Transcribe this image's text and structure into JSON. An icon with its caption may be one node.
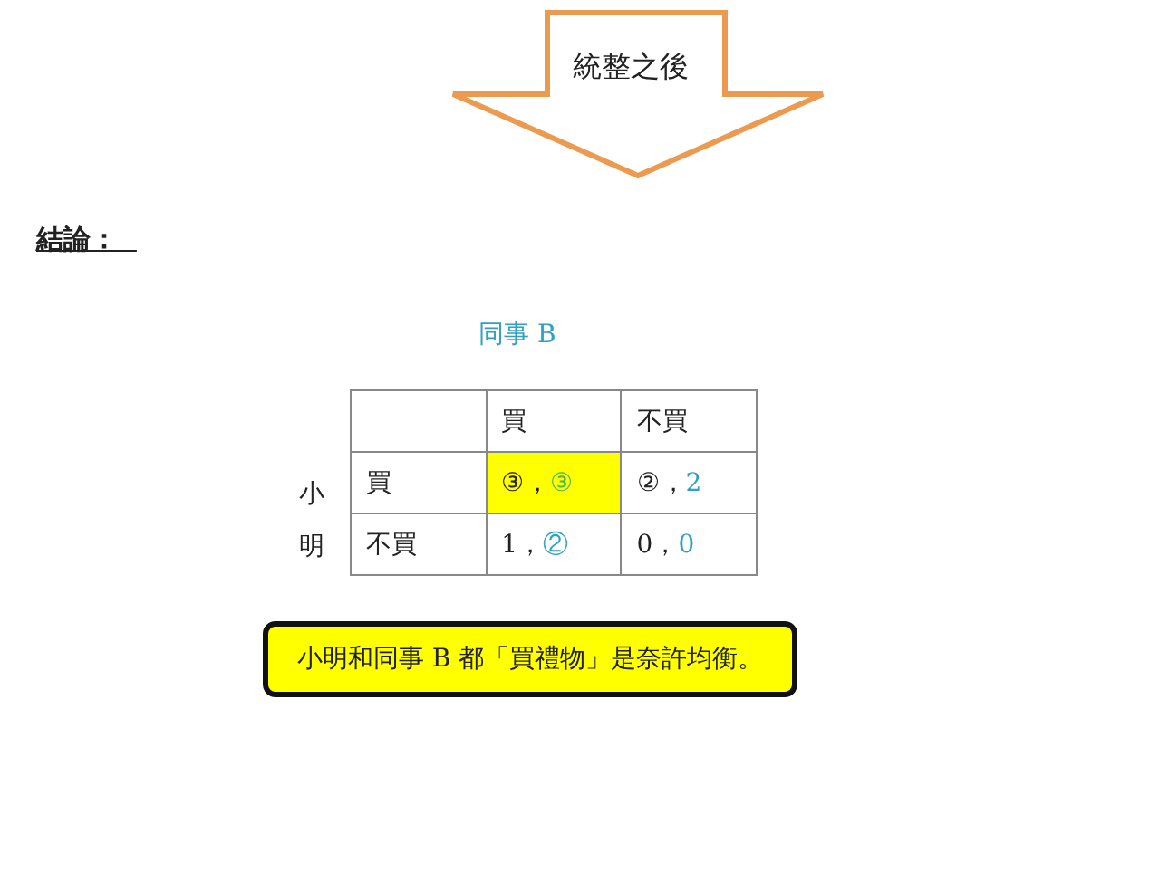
{
  "diagram": {
    "nodes": [
      {
        "text": [
          "統整之後"
        ]
      },
      {
        "text": [
          "小明和同事 B 都「買禮物」是奈許均衡。"
        ]
      }
    ],
    "labels": [
      "結論：",
      "同事 B",
      "小",
      "明",
      "買",
      "不買",
      "買",
      "③，",
      "③",
      "②，",
      "2",
      "不買",
      "1，",
      "②",
      "0，",
      "0"
    ]
  }
}
